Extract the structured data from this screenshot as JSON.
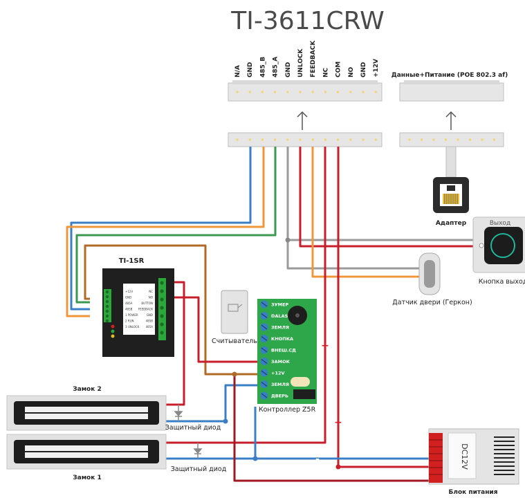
{
  "title": "TI-3611CRW",
  "connector_pins": [
    "N/A",
    "GND",
    "485_B",
    "485_A",
    "GND",
    "UNLOCK",
    "FEEDBACK",
    "NC",
    "COM",
    "NO",
    "GND",
    "+12V"
  ],
  "poe_label": "Данные+Питание (POE 802.3 af)",
  "adapter_label": "Адаптер",
  "exit_button": {
    "face": "Выход",
    "label": "Кнопка выхода"
  },
  "door_sensor_label": "Датчик двери (Геркон)",
  "ti1sr": {
    "title": "TI-1SR",
    "left_terms": [
      "+12V",
      "GND",
      "485A",
      "485B",
      "1 POWER",
      "2 RUN",
      "3 UNLOCK"
    ],
    "right_terms": [
      "NC",
      "NO",
      "BUTTON",
      "FEEDBACK",
      "GND",
      "485B",
      "485A"
    ]
  },
  "reader_label": "Считыватель",
  "controller": {
    "label": "Контроллер Z5R",
    "terminals": [
      "ЗУМЕР",
      "DALAS",
      "ЗЕМЛЯ",
      "КНОПКА",
      "ВНЕШ.СД",
      "ЗАМОК",
      "+12V",
      "ЗЕМЛЯ",
      "ДВЕРЬ"
    ]
  },
  "lock2_label": "Замок 2",
  "lock1_label": "Замок 1",
  "diode_label": "Защитный диод",
  "psu": {
    "face": "DC12V",
    "label": "Блок питания"
  },
  "plus_sign": "+",
  "minus_sign": "-",
  "colors": {
    "blue": "#3a7fc6",
    "orange": "#f0963a",
    "green": "#3b9a50",
    "red": "#c81e2b",
    "grey": "#9a9a9a",
    "brown": "#b06a25"
  }
}
